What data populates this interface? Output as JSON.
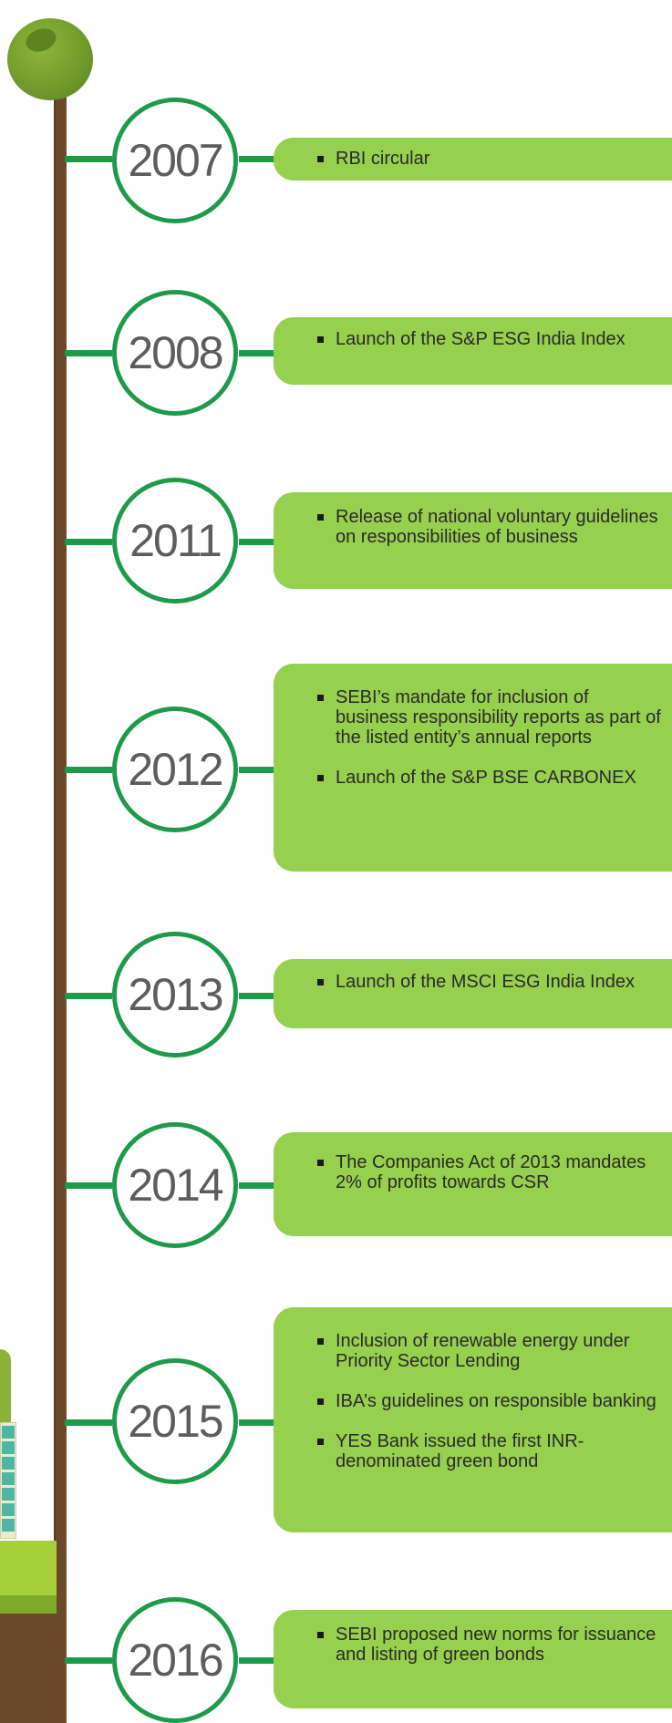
{
  "timeline": [
    {
      "year": "2007",
      "events": [
        "RBI circular"
      ]
    },
    {
      "year": "2008",
      "events": [
        "Launch of the S&P ESG India Index"
      ]
    },
    {
      "year": "2011",
      "events": [
        "Release of national voluntary guidelines on responsibilities of business"
      ]
    },
    {
      "year": "2012",
      "events": [
        "SEBI’s mandate for inclusion of business responsibility reports as part of the listed entity’s annual reports",
        "Launch of the S&P BSE CARBONEX"
      ]
    },
    {
      "year": "2013",
      "events": [
        "Launch of the MSCI ESG India Index"
      ]
    },
    {
      "year": "2014",
      "events": [
        "The Companies Act of 2013 mandates 2% of profits towards CSR"
      ]
    },
    {
      "year": "2015",
      "events": [
        "Inclusion of renewable energy under Priority Sector Lending",
        "IBA’s guidelines on responsible banking",
        "YES Bank issued the first INR-denominated green bond"
      ]
    },
    {
      "year": "2016",
      "events": [
        "SEBI proposed new norms for issuance and listing of green bonds"
      ]
    }
  ],
  "colors": {
    "accent": "#1d9a4a",
    "card": "#95d04e",
    "trunk": "#6b4a2b",
    "year_text": "#5d5d5d"
  }
}
